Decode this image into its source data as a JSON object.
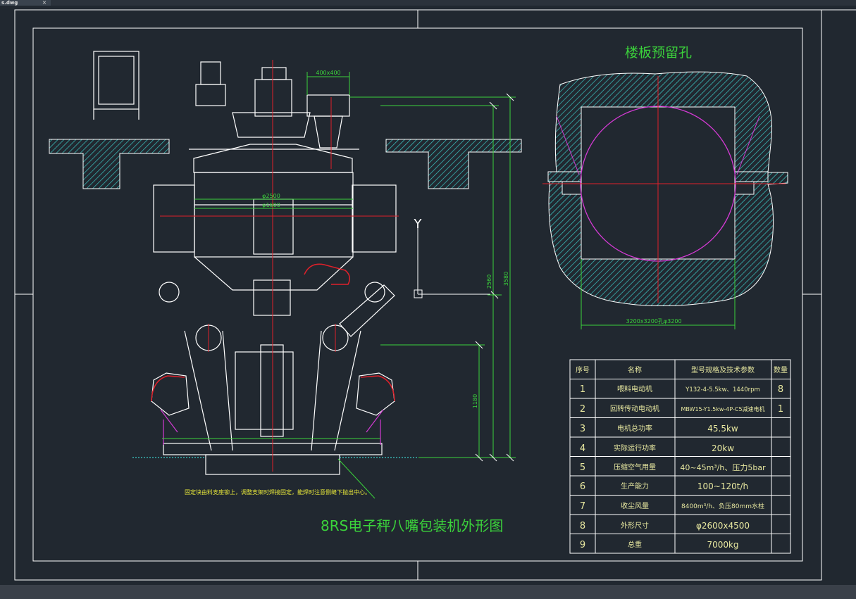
{
  "window": {
    "tab_label": "s.dwg",
    "tab_close": "×"
  },
  "drawing": {
    "title": "8RS电子秤八嘴包装机外形图",
    "floor_hole_title": "楼板预留孔",
    "note": "固定块由料支座铆上，调整支架时焊接固定，能焊时注意侧缝下抛出中心。",
    "ucs_y_label": "Y",
    "dimensions": {
      "top_opening": "400x400",
      "dia_outer": "φ2500",
      "dia_inner": "φ1600",
      "height_2560": "2560",
      "height_3580": "3580",
      "height_1180": "1180",
      "hole_size": "3200x3200孔φ3200"
    },
    "colors": {
      "background": "#212830",
      "lines": "#ffffff",
      "hatch": "#3cc9c6",
      "center_line": "#e0202a",
      "dimension": "#3bd23b",
      "circle": "#d43ad4",
      "text": "#3bd23b",
      "table_text": "#e8e8a0"
    }
  },
  "spec_table": {
    "headers": [
      "序号",
      "名称",
      "型号规格及技术参数",
      "数量"
    ],
    "rows": [
      {
        "no": "1",
        "name": "喂料电动机",
        "spec": "Y132-4-5.5kw、1440rpm",
        "qty": "8"
      },
      {
        "no": "2",
        "name": "回转传动电动机",
        "spec": "MBW15-Y1.5kw-4P-C5减速电机",
        "qty": "1"
      },
      {
        "no": "3",
        "name": "电机总功率",
        "spec": "45.5kw",
        "qty": ""
      },
      {
        "no": "4",
        "name": "实际运行功率",
        "spec": "20kw",
        "qty": ""
      },
      {
        "no": "5",
        "name": "压缩空气用量",
        "spec": "40~45m³/h、压力5bar",
        "qty": ""
      },
      {
        "no": "6",
        "name": "生产能力",
        "spec": "100~120t/h",
        "qty": ""
      },
      {
        "no": "7",
        "name": "收尘风量",
        "spec": "8400m³/h、负压80mm水柱",
        "qty": ""
      },
      {
        "no": "8",
        "name": "外形尺寸",
        "spec": "φ2600x4500",
        "qty": ""
      },
      {
        "no": "9",
        "name": "总重",
        "spec": "7000kg",
        "qty": ""
      }
    ]
  }
}
